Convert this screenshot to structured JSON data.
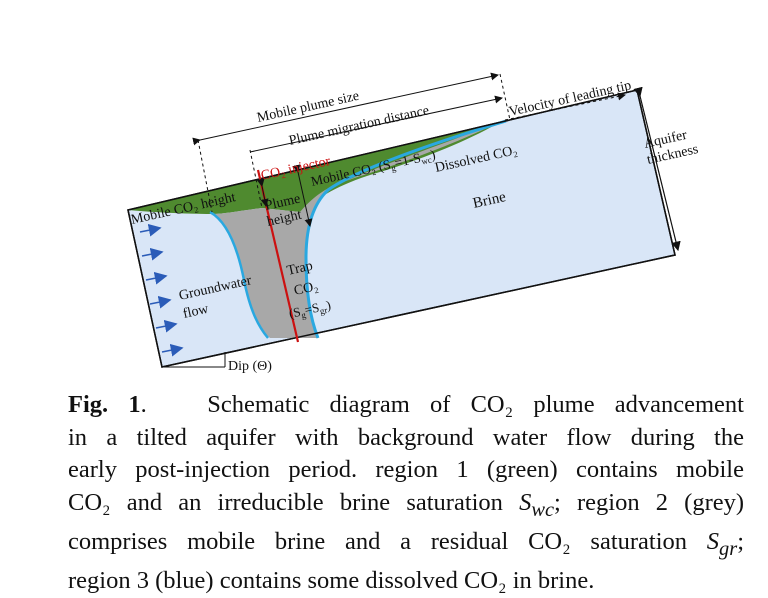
{
  "diagram": {
    "labels": {
      "mobile_plume_size": "Mobile plume size",
      "plume_migration_distance": "Plume migration distance",
      "velocity_leading_tip": "Velocity of leading tip",
      "aquifer_thickness_1": "Aquifer",
      "aquifer_thickness_2": "thickness",
      "co2_injector": "CO₂ injector",
      "mobile_co2_region": "Mobile CO₂ (S",
      "mobile_co2_region_sub": "g",
      "mobile_co2_region_mid": "=1-S",
      "mobile_co2_region_sub2": "wc",
      "mobile_co2_region_end": ")",
      "dissolved_co2": "Dissolved CO₂",
      "brine": "Brine",
      "mobile_co2_height": "Mobile CO₂ height",
      "plume_height_1": "Plume",
      "plume_height_2": "height",
      "groundwater_flow_1": "Groundwater",
      "groundwater_flow_2": "flow",
      "trap_1": "Trap",
      "trap_2": "CO₂",
      "trap_3_pre": "(S",
      "trap_3_sub": "g",
      "trap_3_mid": "=S",
      "trap_3_sub2": "gr",
      "trap_3_end": ")",
      "dip": "Dip (Θ)"
    },
    "colors": {
      "brine": "#d9e6f7",
      "mobile_co2": "#4f8a2f",
      "trapped_co2": "#a8a8a8",
      "dissolved_edge": "#2aa8e0",
      "injector": "#cc1111",
      "flow_arrows": "#2b5cb8"
    }
  },
  "caption": {
    "fig_label": "Fig. 1",
    "line1": "Schematic diagram of CO₂ plume advancement",
    "line2": "in a tilted aquifer with background water flow during the",
    "line3": "early post-injection period. region 1 (green) contains mobile",
    "line4_a": "CO₂ and an irreducible brine saturation ",
    "line4_s": "S",
    "line4_sub": "wc",
    "line4_b": "; region 2 (grey)",
    "line5_a": "comprises mobile brine and a residual CO₂ saturation ",
    "line5_s": "S",
    "line5_sub": "gr",
    "line5_b": ";",
    "line6": "region 3 (blue) contains some dissolved CO₂ in brine."
  }
}
